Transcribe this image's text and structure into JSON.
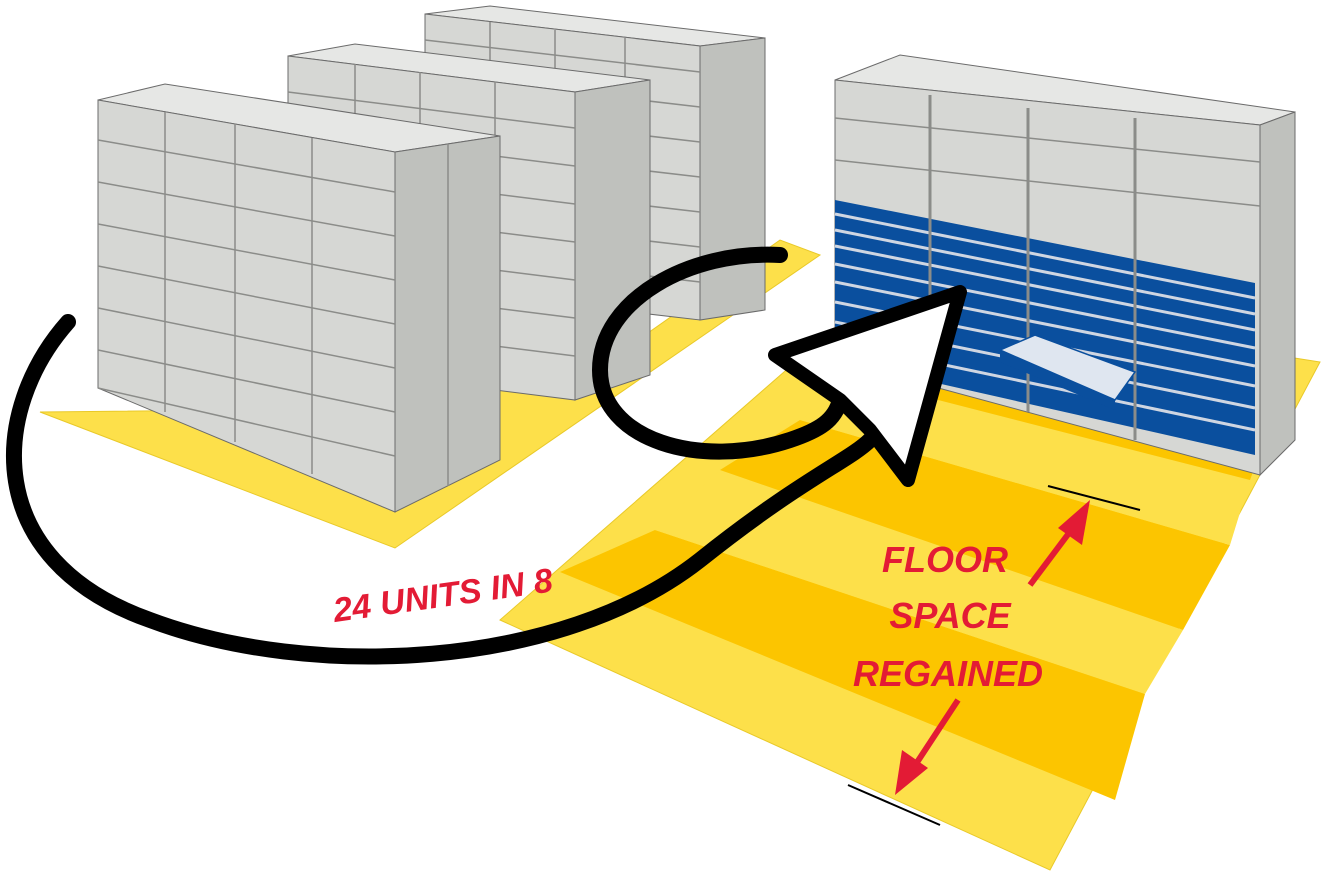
{
  "labels": {
    "units": "24 UNITS IN 8",
    "floor_line1": "FLOOR",
    "floor_line2": "SPACE",
    "floor_line3": "REGAINED"
  },
  "colors": {
    "label_red": "#e31b35",
    "floor_yellow": "#fde04a",
    "floor_stripe": "#fcc500",
    "shelf_gray": "#d6d7d4",
    "drawer_blue": "#0a4f9e",
    "arrow_black": "#000000"
  },
  "icons": [
    "curved-arrow-icon",
    "up-arrow-icon",
    "down-arrow-icon"
  ]
}
